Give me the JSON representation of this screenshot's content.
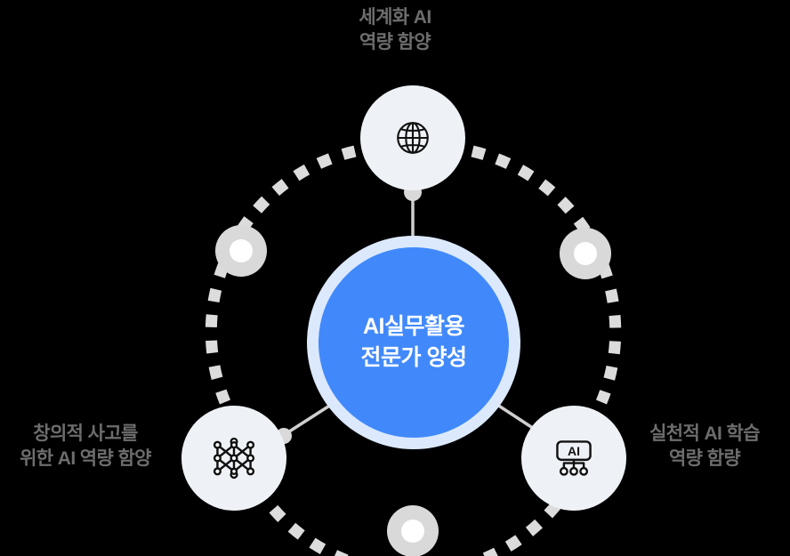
{
  "diagram": {
    "title_center": {
      "line1": "AI실무활용",
      "line2": "전문가 양성"
    },
    "nodes": [
      {
        "id": "globalization",
        "icon": "globe-icon",
        "label_line1": "세계화 AI",
        "label_line2": "역량 함양",
        "position": "top"
      },
      {
        "id": "creative-thinking",
        "icon": "neural-network-icon",
        "label_line1": "창의적 사고를",
        "label_line2": "위한 AI 역량 함양",
        "position": "bottom-left"
      },
      {
        "id": "practical-learning",
        "icon": "ai-chip-icon",
        "label_line1": "실천적 AI 학습",
        "label_line2": "역량 함량",
        "position": "bottom-right"
      }
    ],
    "connector_markers": [
      {
        "id": "marker-upper-left",
        "position": "upper-left"
      },
      {
        "id": "marker-upper-right",
        "position": "upper-right"
      },
      {
        "id": "marker-bottom",
        "position": "bottom"
      }
    ],
    "colors": {
      "background": "#000000",
      "hub_fill": "#4189fb",
      "hub_ring": "#dce9fd",
      "node_fill": "#eef2f6",
      "label_text": "#6d6d6d",
      "hub_text": "#ffffff",
      "dashed_ring": "#dcdcdc",
      "marker_ring": "#d9d9d9",
      "marker_center": "#ffffff",
      "spoke_line": "#cfcfcf",
      "icon_stroke": "#111111"
    }
  }
}
